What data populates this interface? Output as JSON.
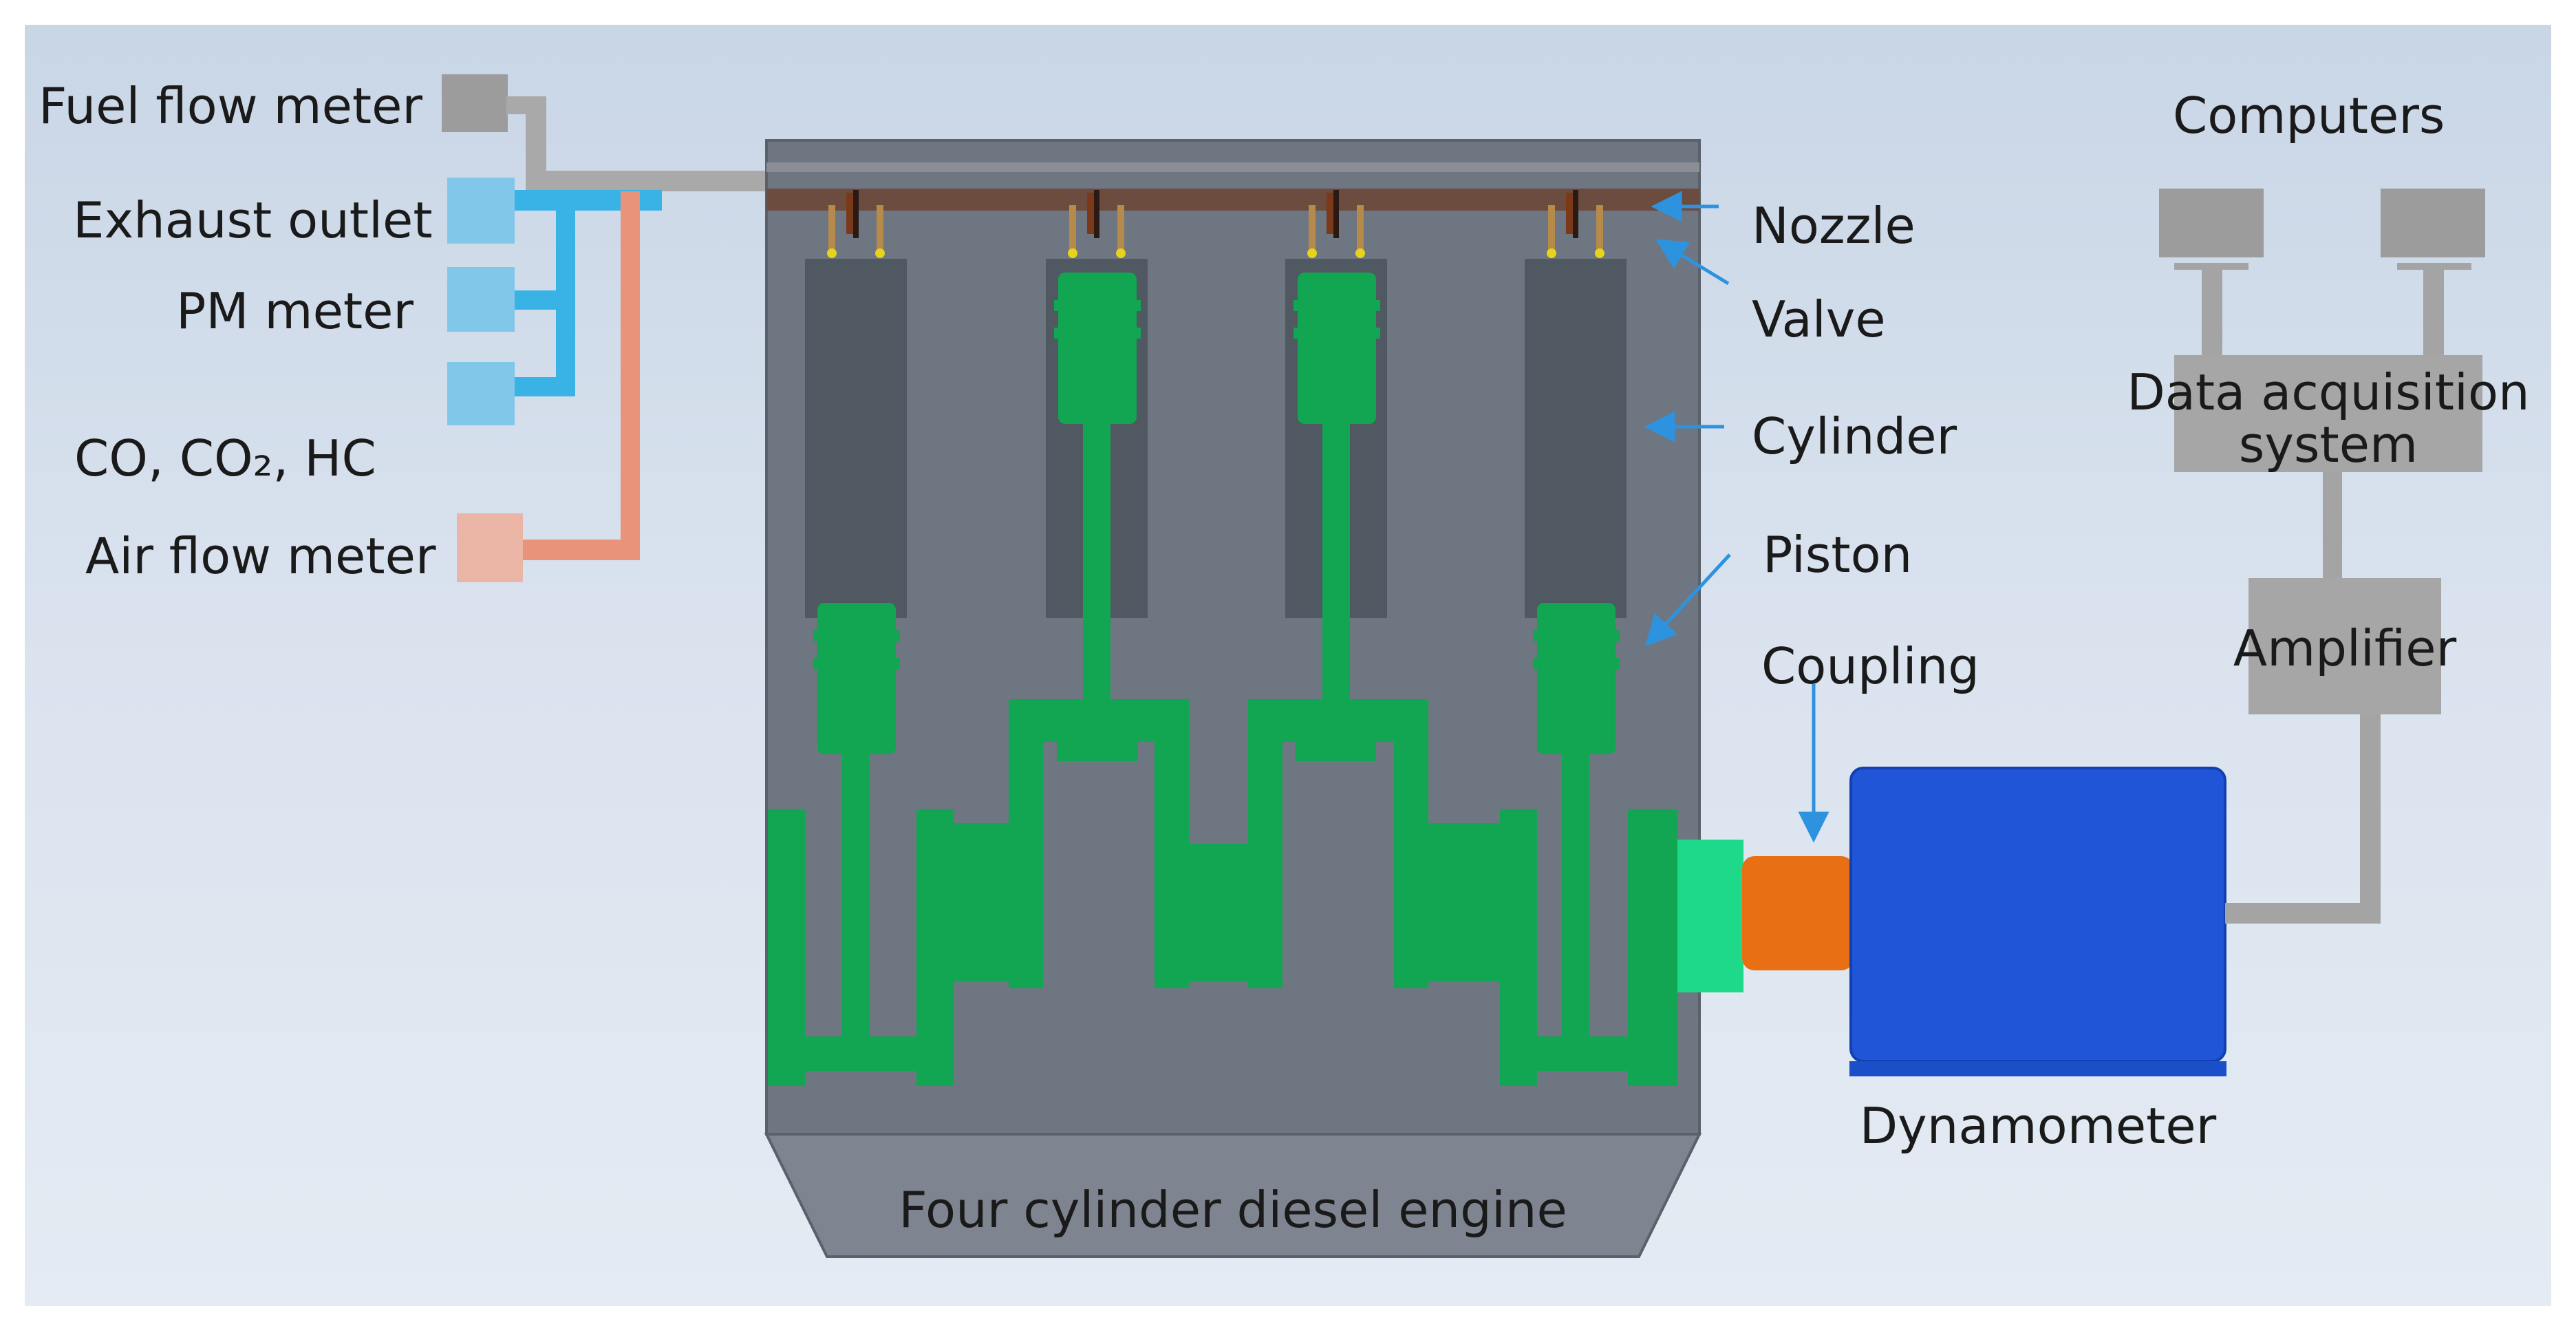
{
  "labels": {
    "fuel_flow_meter": "Fuel flow meter",
    "exhaust_outlet": "Exhaust outlet",
    "pm_meter": "PM meter",
    "co_co2_hc": "CO, CO₂, HC",
    "air_flow_meter": "Air flow meter",
    "nozzle": "Nozzle",
    "valve": "Valve",
    "cylinder": "Cylinder",
    "piston": "Piston",
    "coupling": "Coupling",
    "computers": "Computers",
    "data_acquisition_line1": "Data acquisition",
    "data_acquisition_line2": "system",
    "amplifier": "Amplifier",
    "dynamometer": "Dynamometer",
    "engine": "Four cylinder diesel engine"
  },
  "colors": {
    "engine_block": "#707884",
    "crank_green": "#12a552",
    "fuel_line": "#a9a9a9",
    "exhaust_line": "#39b3e6",
    "air_line": "#e8937a",
    "dynamometer": "#1f55d6",
    "coupling": "#e86f14",
    "signal_line": "#a4a4a4",
    "arrow": "#2e93df"
  }
}
